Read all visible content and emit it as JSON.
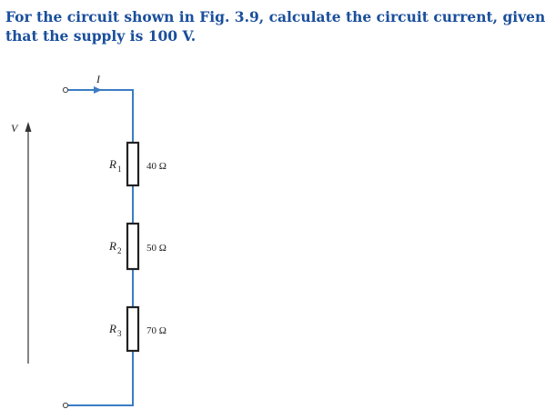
{
  "question": {
    "line1": "For the circuit shown in Fig. 3.9, calculate the circuit current, given",
    "line2": "that the supply is 100 V."
  },
  "circuit": {
    "current_label": "I",
    "voltage_label": "V",
    "resistors": [
      {
        "name": "R",
        "sub": "1",
        "value": "40 Ω"
      },
      {
        "name": "R",
        "sub": "2",
        "value": "50 Ω"
      },
      {
        "name": "R",
        "sub": "3",
        "value": "70 Ω"
      }
    ]
  },
  "colors": {
    "title": "#1a4f9c",
    "wire": "#3a7cc4",
    "resistor_outline": "#222222"
  }
}
